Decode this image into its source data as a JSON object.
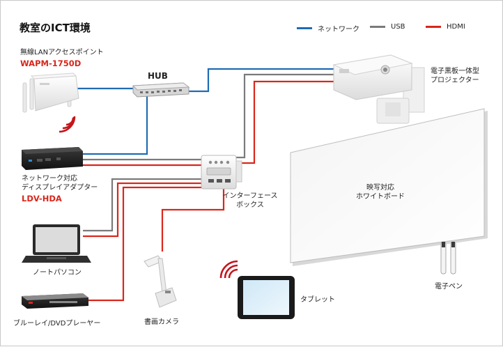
{
  "title": "教室のICT環境",
  "legend": [
    {
      "label": "ネットワーク",
      "color": "#1f6bb4"
    },
    {
      "label": "USB",
      "color": "#7a7a7a"
    },
    {
      "label": "HDMI",
      "color": "#d9261c"
    }
  ],
  "labels": {
    "wireless_line1": "無線LANアクセスポイント",
    "wireless_model": "WAPM-1750D",
    "hub": "HUB",
    "adapter_line1": "ネットワーク対応",
    "adapter_line2": "ディスプレイアダプター",
    "adapter_model": "LDV-HDA",
    "interface_line1": "インターフェース",
    "interface_line2": "ボックス",
    "projector_line1": "電子黒板一体型",
    "projector_line2": "プロジェクター",
    "screen_line1": "映写対応",
    "screen_line2": "ホワイトボード",
    "pen": "電子ペン",
    "laptop": "ノートパソコン",
    "bluray": "ブルーレイ/DVDプレーヤー",
    "camera": "書画カメラ",
    "tablet": "タブレット"
  },
  "colors": {
    "network": "#1f6bb4",
    "usb": "#7a7a7a",
    "hdmi": "#d9261c"
  }
}
